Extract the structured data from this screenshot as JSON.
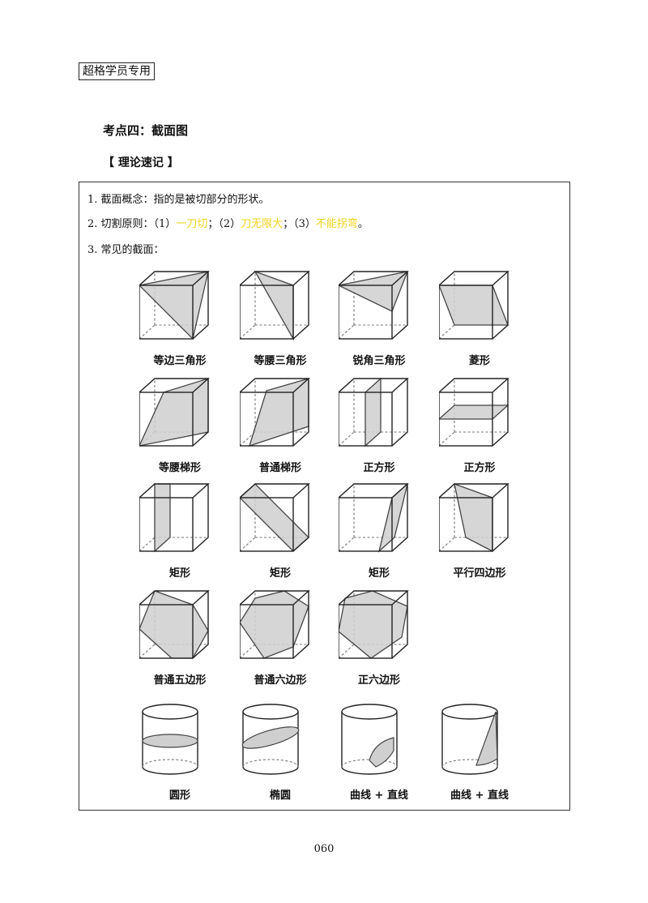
{
  "header": {
    "badge": "超格学员专用"
  },
  "section": {
    "title": "考点四：截面图",
    "subtitle": "【 理论速记 】"
  },
  "content": {
    "line1": "1. 截面概念：指的是被切部分的形状。",
    "line2": {
      "prefix": "2. 切割原则：（1）",
      "p1": "一刀切",
      "mid1": "；（2）",
      "p2": "刀无限大",
      "mid2": "；（3）",
      "p3": "不能拐弯",
      "suffix": "。"
    },
    "line3": "3. 常见的截面：",
    "highlight_color": "#f2d21b"
  },
  "figures": [
    {
      "label": "等边三角形"
    },
    {
      "label": "等腰三角形"
    },
    {
      "label": "锐角三角形"
    },
    {
      "label": "菱形"
    },
    {
      "label": "等腰梯形"
    },
    {
      "label": "普通梯形"
    },
    {
      "label": "正方形"
    },
    {
      "label": "正方形"
    },
    {
      "label": "矩形"
    },
    {
      "label": "矩形"
    },
    {
      "label": "矩形"
    },
    {
      "label": "平行四边形"
    },
    {
      "label": "普通五边形"
    },
    {
      "label": "普通六边形"
    },
    {
      "label": "正六边形"
    },
    {
      "label": "圆形"
    },
    {
      "label": "椭圆"
    },
    {
      "label": "曲线 + 直线"
    },
    {
      "label": "曲线 + 直线"
    }
  ],
  "footer": {
    "page_number": "060"
  }
}
